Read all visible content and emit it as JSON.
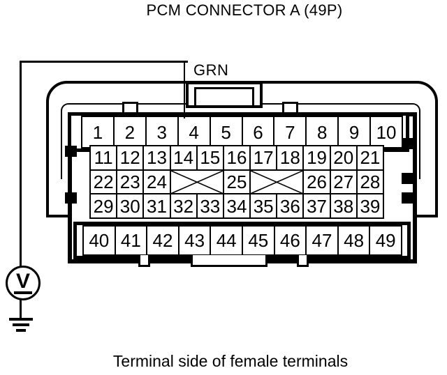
{
  "title": "PCM CONNECTOR A (49P)",
  "caption": "Terminal side of female terminals",
  "wire": {
    "color_label": "GRN",
    "connects_to_pin": "4"
  },
  "meter": {
    "symbol": "V"
  },
  "colors": {
    "ink": "#000000",
    "background": "#ffffff"
  },
  "connector": {
    "pin_count": 49,
    "rows": {
      "row1": [
        "1",
        "2",
        "3",
        "4",
        "5",
        "6",
        "7",
        "8",
        "9",
        "10"
      ],
      "row2": [
        "11",
        "12",
        "13",
        "14",
        "15",
        "16",
        "17",
        "18",
        "19",
        "20",
        "21"
      ],
      "row3": {
        "left": [
          "22",
          "23",
          "24"
        ],
        "center": [
          "25"
        ],
        "right": [
          "26",
          "27",
          "28"
        ]
      },
      "row4": [
        "29",
        "30",
        "31",
        "32",
        "33",
        "34",
        "35",
        "36",
        "37",
        "38",
        "39"
      ],
      "row5": [
        "40",
        "41",
        "42",
        "43",
        "44",
        "45",
        "46",
        "47",
        "48",
        "49"
      ]
    }
  }
}
